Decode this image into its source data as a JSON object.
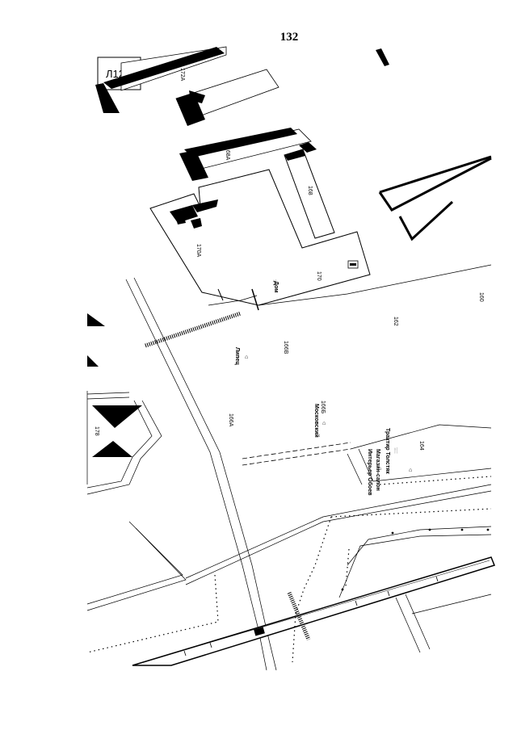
{
  "page": {
    "number": "132"
  },
  "map": {
    "sheet_label": "Л12",
    "buildings": [
      "172А",
      "168А",
      "168",
      "170А",
      "170",
      "166В",
      "166Б",
      "166А",
      "164",
      "162",
      "160",
      "178"
    ],
    "pois": {
      "dom": "Дом",
      "lipets": "Липец",
      "moskovsky": "Московский",
      "traktir": "Трактир Толстяк",
      "shop": "Магазин-салон",
      "interior": "Интерьер Обоев"
    }
  }
}
